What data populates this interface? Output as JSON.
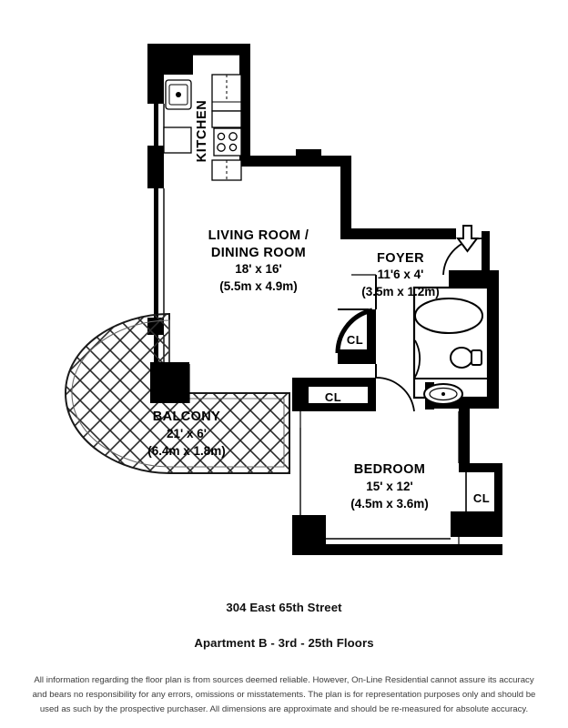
{
  "document": {
    "type": "floor-plan",
    "address": "304 East 65th Street",
    "apartment": "Apartment B - 3rd - 25th Floors",
    "disclaimer_lines": [
      "All information regarding the floor plan is from sources deemed reliable.  However, On-Line Residential cannot assure its accuracy",
      "and bears no responsibility for any errors, omissions or misstatements.  The plan is for representation purposes only and should be",
      "used as such by the prospective purchaser.  All dimensions are approximate and should be re-measured for absolute accuracy."
    ]
  },
  "colors": {
    "wall": "#000000",
    "background": "#ffffff",
    "text": "#000000",
    "disclaimer_text": "#3c3c3c",
    "fixture_outline": "#000000"
  },
  "rooms": {
    "kitchen": {
      "name": "KITCHEN",
      "orientation": "vertical"
    },
    "living_dining": {
      "name_line1": "LIVING ROOM /",
      "name_line2": "DINING ROOM",
      "dim_imperial": "18' x 16'",
      "dim_metric": "(5.5m x 4.9m)"
    },
    "foyer": {
      "name": "FOYER",
      "dim_imperial": "11'6 x 4'",
      "dim_metric": "(3.5m x 1.2m)"
    },
    "balcony": {
      "name": "BALCONY",
      "dim_imperial": "21' x 6'",
      "dim_metric": "(6.4m x 1.8m)"
    },
    "bedroom": {
      "name": "BEDROOM",
      "dim_imperial": "15' x 12'",
      "dim_metric": "(4.5m x 3.6m)"
    }
  },
  "closets": [
    {
      "id": "closet-foyer",
      "label": "CL"
    },
    {
      "id": "closet-hall",
      "label": "CL"
    },
    {
      "id": "closet-bedroom",
      "label": "CL"
    }
  ],
  "fixtures": [
    {
      "id": "kitchen-sink",
      "name": "sink"
    },
    {
      "id": "kitchen-range",
      "name": "range"
    },
    {
      "id": "kitchen-counter-upper",
      "name": "counter"
    },
    {
      "id": "kitchen-counter-lower",
      "name": "counter"
    },
    {
      "id": "kitchen-refrigerator",
      "name": "refrigerator"
    },
    {
      "id": "bath-tub",
      "name": "bathtub"
    },
    {
      "id": "bath-toilet",
      "name": "toilet"
    },
    {
      "id": "bath-sink",
      "name": "sink"
    }
  ],
  "markers": {
    "entry_arrow": "entry-direction-arrow"
  }
}
